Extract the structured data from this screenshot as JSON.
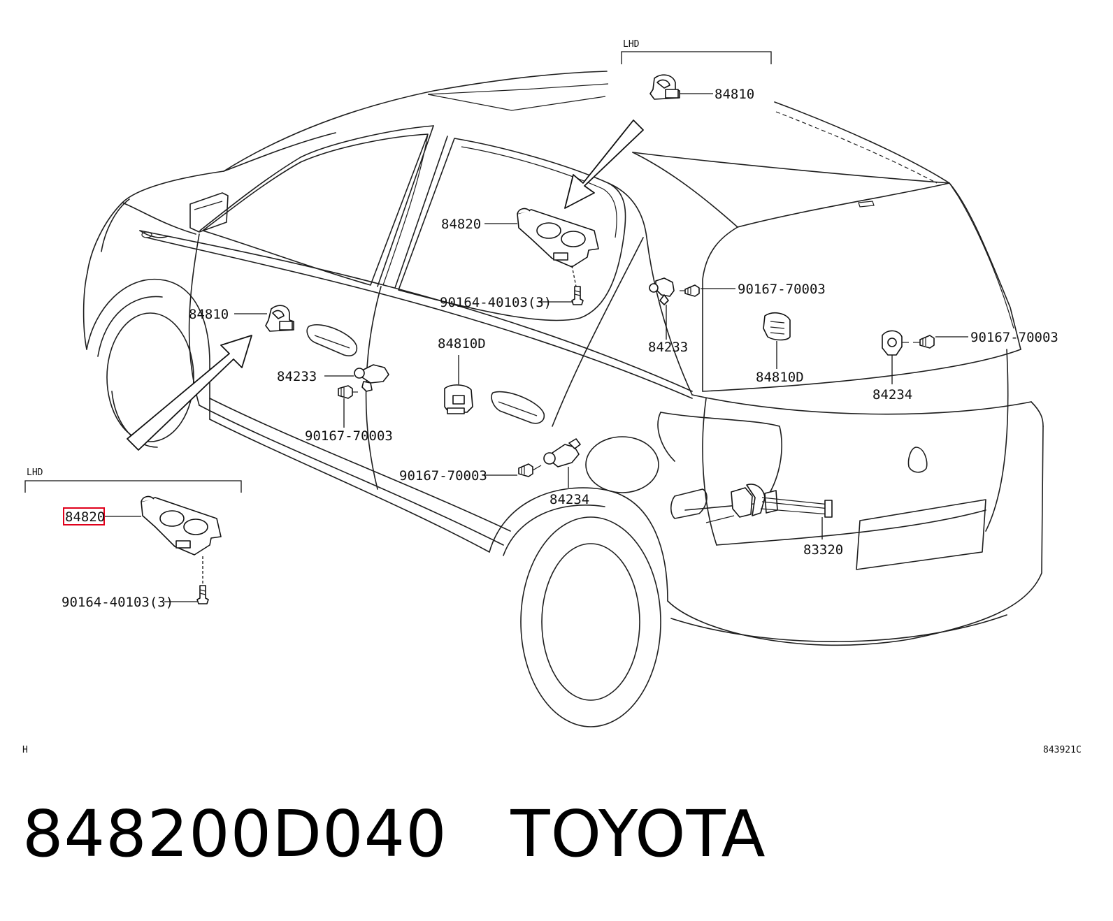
{
  "diagram": {
    "labels": {
      "lhd_top": "LHD",
      "lhd_left": "LHD",
      "p84810_top": "84810",
      "p84820_main": "84820",
      "p90167_a": "90167-70003",
      "p90164_main": "90164-40103(3)",
      "p84810_left": "84810",
      "p84233_right": "84233",
      "p84810d_center": "84810D",
      "p84810d_right": "84810D",
      "p90167_b": "90167-70003",
      "p84234_right": "84234",
      "p84233_left": "84233",
      "p90167_c": "90167-70003",
      "p90167_d": "90167-70003",
      "p84234_center": "84234",
      "p83320": "83320",
      "p84820_left": "84820",
      "p90164_left": "90164-40103(3)",
      "code_h": "H",
      "code_ref": "843921C"
    },
    "highlighted_part": "84820",
    "highlight_color": "#e0001b"
  },
  "footer": {
    "title": "848200D040   TOYOTA"
  }
}
